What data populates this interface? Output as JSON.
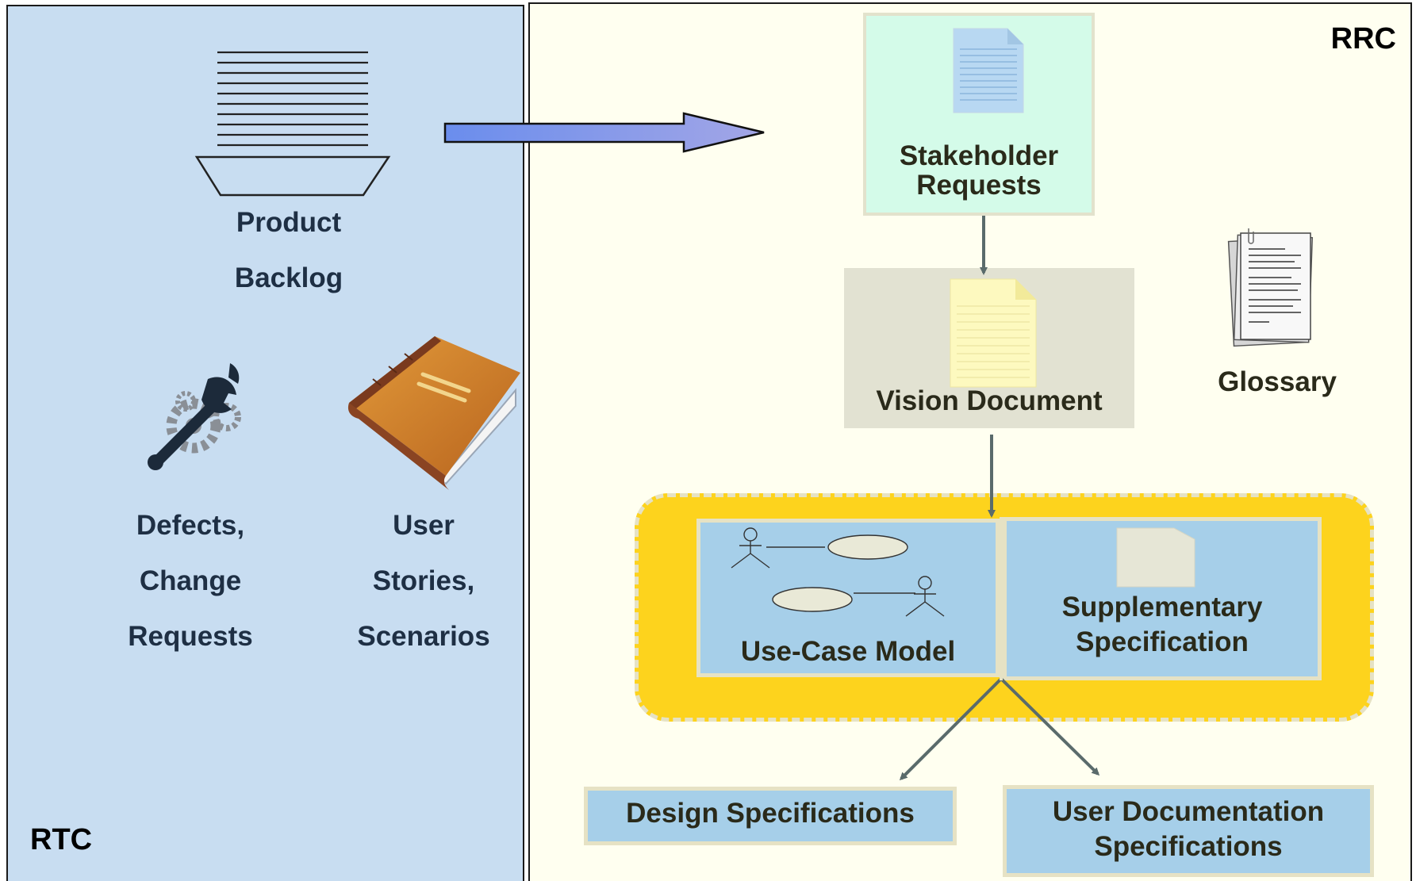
{
  "rtc": {
    "label": "RTC",
    "product_backlog": {
      "line1": "Product",
      "line2": "Backlog"
    },
    "defects": {
      "line1": "Defects,",
      "line2": "Change",
      "line3": "Requests"
    },
    "user_stories": {
      "line1": "User",
      "line2": "Stories,",
      "line3": "Scenarios"
    }
  },
  "rrc": {
    "label": "RRC",
    "stakeholder_requests": {
      "line1": "Stakeholder",
      "line2": "Requests"
    },
    "vision_document": "Vision Document",
    "glossary": "Glossary",
    "use_case_model": "Use-Case Model",
    "supplementary_spec": {
      "line1": "Supplementary",
      "line2": "Specification"
    },
    "design_specs": "Design Specifications",
    "user_doc_specs": {
      "line1": "User Documentation",
      "line2": "Specifications"
    }
  },
  "colors": {
    "rtc_bg": "#c8ddf1",
    "rrc_bg": "#fffff0",
    "stakeholder_bg": "#d4fbe9",
    "vision_bg": "#e2e2d2",
    "group_highlight": "#fdd31d",
    "artifact_box": "#a6cfe9",
    "connector": "#5a6b6b"
  },
  "icons": [
    "backlog-tray-icon",
    "wrench-gears-icon",
    "book-icon",
    "document-icon",
    "glossary-pages-icon",
    "actor-icon",
    "use-case-ellipse-icon"
  ]
}
